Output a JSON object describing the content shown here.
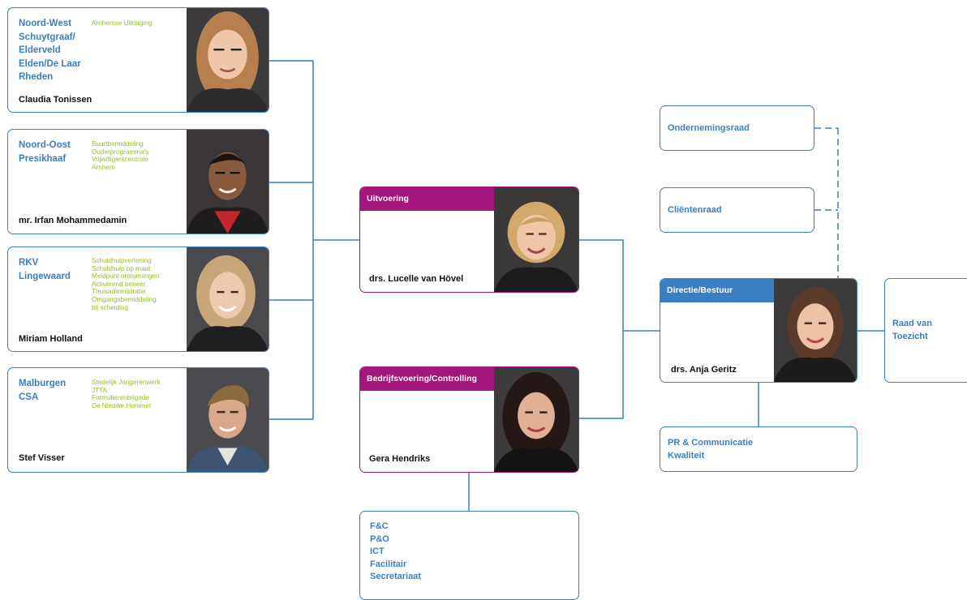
{
  "regions": [
    {
      "lines": [
        "Noord-West",
        "Schuytgraaf/",
        "Elderveld",
        "Elden/De Laar",
        "Rheden"
      ],
      "tasks": [
        "Arnhemse Uitdaging"
      ],
      "person": "Claudia Tonissen"
    },
    {
      "lines": [
        "Noord-Oost",
        "Presikhaaf"
      ],
      "tasks": [
        "Buurtbemiddeling",
        "Ouderprogramma's",
        "Vrijwilligerscentrale",
        "Arnhem"
      ],
      "person": "mr. Irfan Mohammedamin"
    },
    {
      "lines": [
        "RKV",
        "Lingewaard"
      ],
      "tasks": [
        "Schuldhulpverlening",
        "Schuldhulp op maat",
        "Meldpunt ontruimingen",
        "Activerend beheer",
        "Thuisadministratie",
        "Omgangsbemiddeling",
        "bij scheiding"
      ],
      "person": "Miriam Holland"
    },
    {
      "lines": [
        "Malburgen",
        "CSA"
      ],
      "tasks": [
        "Stedelijk Jongerenwerk",
        "JTTA",
        "Formulierenbrigade",
        "De Nieuwe Hommel"
      ],
      "person": "Stef Visser"
    }
  ],
  "uitvoering": {
    "title": "Uitvoering",
    "person": "drs. Lucelle van Hövel"
  },
  "bedrijfsvoering": {
    "title": "Bedrijfsvoering/Controlling",
    "person": "Gera Hendriks"
  },
  "support": {
    "items": [
      "F&C",
      "P&O",
      "ICT",
      "Facilitair",
      "Secretariaat"
    ]
  },
  "directie": {
    "title": "Directie/Bestuur",
    "person": "drs. Anja Geritz"
  },
  "ondernemingsraad": {
    "label": "Ondernemingsraad"
  },
  "clientenraad": {
    "label": "Cliëntenraad"
  },
  "raad_van_toezicht": {
    "lines": [
      "Raad van",
      "Toezicht"
    ]
  },
  "pr": {
    "lines": [
      "PR & Communicatie",
      "Kwaliteit"
    ]
  },
  "colors": {
    "blue": "#3a7fc1",
    "magenta": "#a3177c",
    "green": "#94c11f",
    "text": "#111111"
  }
}
